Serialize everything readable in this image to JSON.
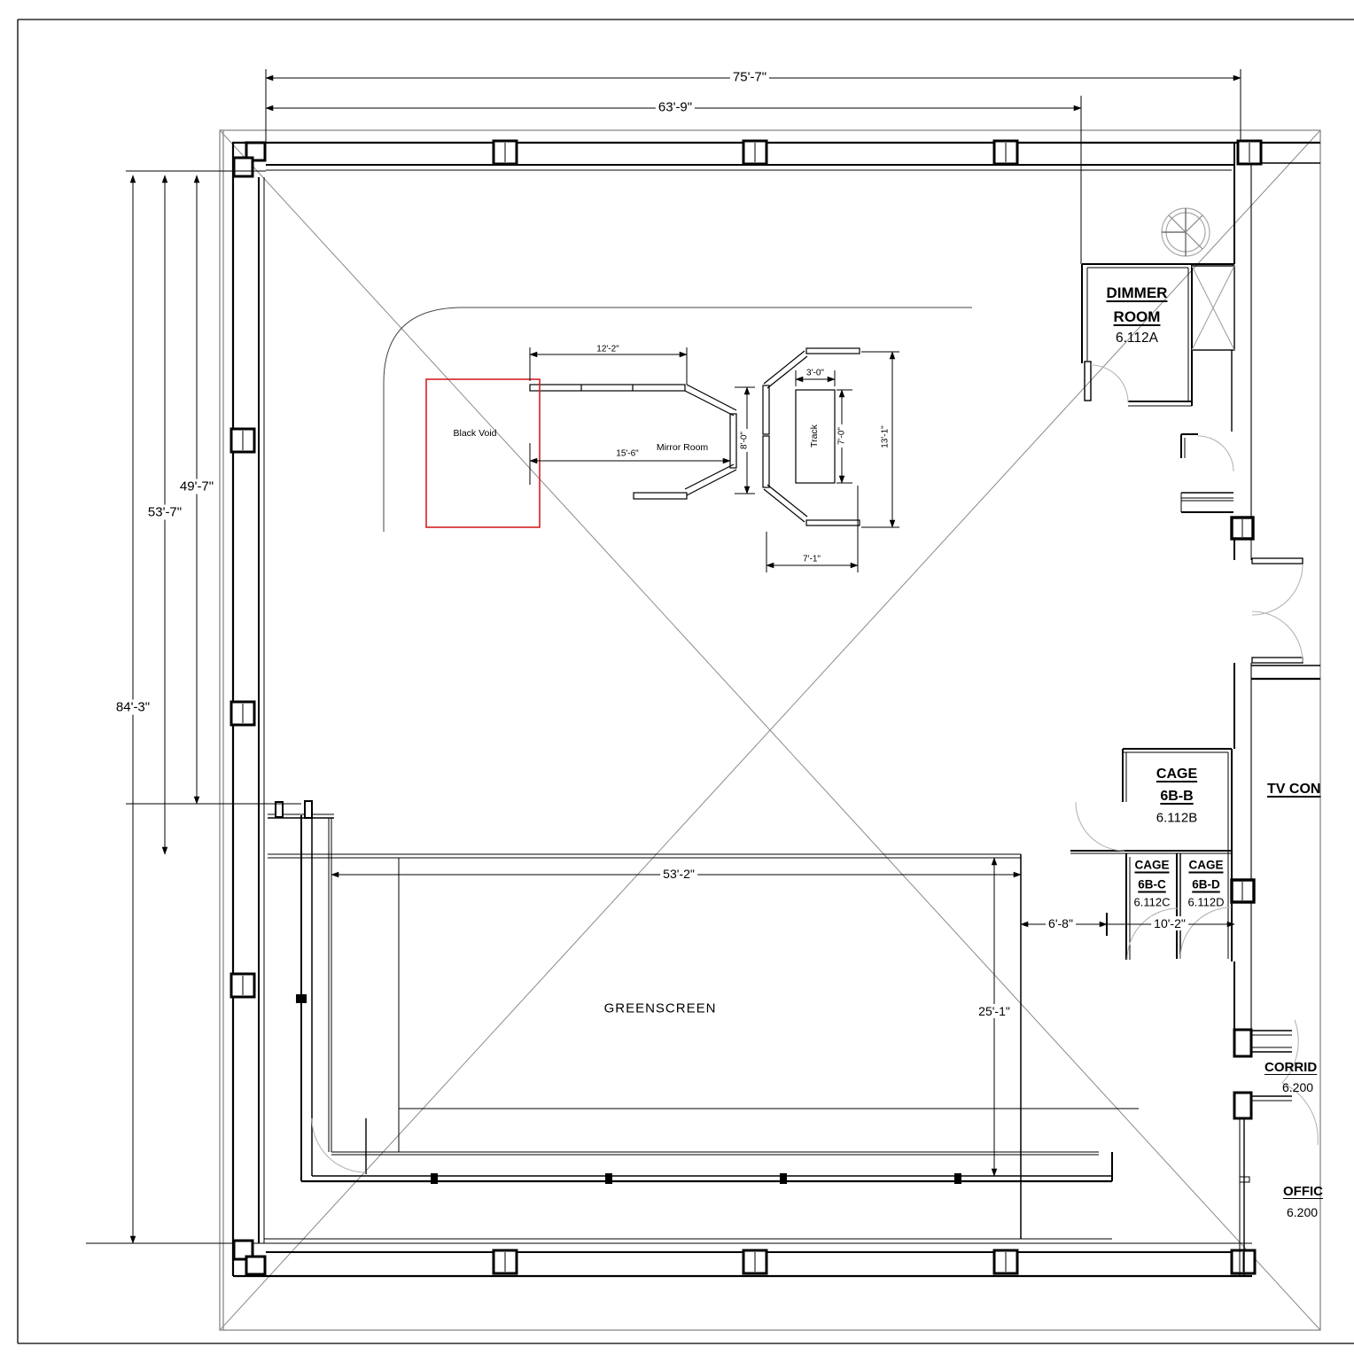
{
  "drawing": {
    "dimensions": {
      "overall_width": "75'-7\"",
      "width_to_dimmer": "63'-9\"",
      "left_inner": "49'-7\"",
      "left_mid": "53'-7\"",
      "left_overall": "84'-3\"",
      "greenscreen_width": "53'-2\"",
      "greenscreen_height": "25'-1\"",
      "cage_offset": "6'-8\"",
      "cage_span": "10'-2\"",
      "mirror_top_width": "12'-2\"",
      "mirror_depth": "15'-6\"",
      "mirror_opening": "8'-0\"",
      "track_width": "3'-0\"",
      "track_height": "7'-0\"",
      "track_total_height": "13'-1\"",
      "track_bottom_width": "7'-1\""
    },
    "rooms": {
      "dimmer_line1": "DIMMER",
      "dimmer_line2": "ROOM",
      "dimmer_number": "6.112A",
      "cage_word": "CAGE",
      "cage_b_id": "6B-B",
      "cage_b_number": "6.112B",
      "cage_c_id": "6B-C",
      "cage_c_number": "6.112C",
      "cage_d_id": "6B-D",
      "cage_d_number": "6.112D",
      "tv_control": "TV CON",
      "corridor": "CORRID",
      "corridor_number": "6.200",
      "office": "OFFIC",
      "office_number": "6.200",
      "greenscreen": "GREENSCREEN",
      "black_void": "Black Void",
      "mirror_room": "Mirror Room",
      "track": "Track"
    },
    "colors": {
      "line_black": "#000000",
      "line_gray": "#7f7f7f",
      "arc_gray": "#aaaaaa",
      "annotation_red": "#d42222"
    }
  }
}
